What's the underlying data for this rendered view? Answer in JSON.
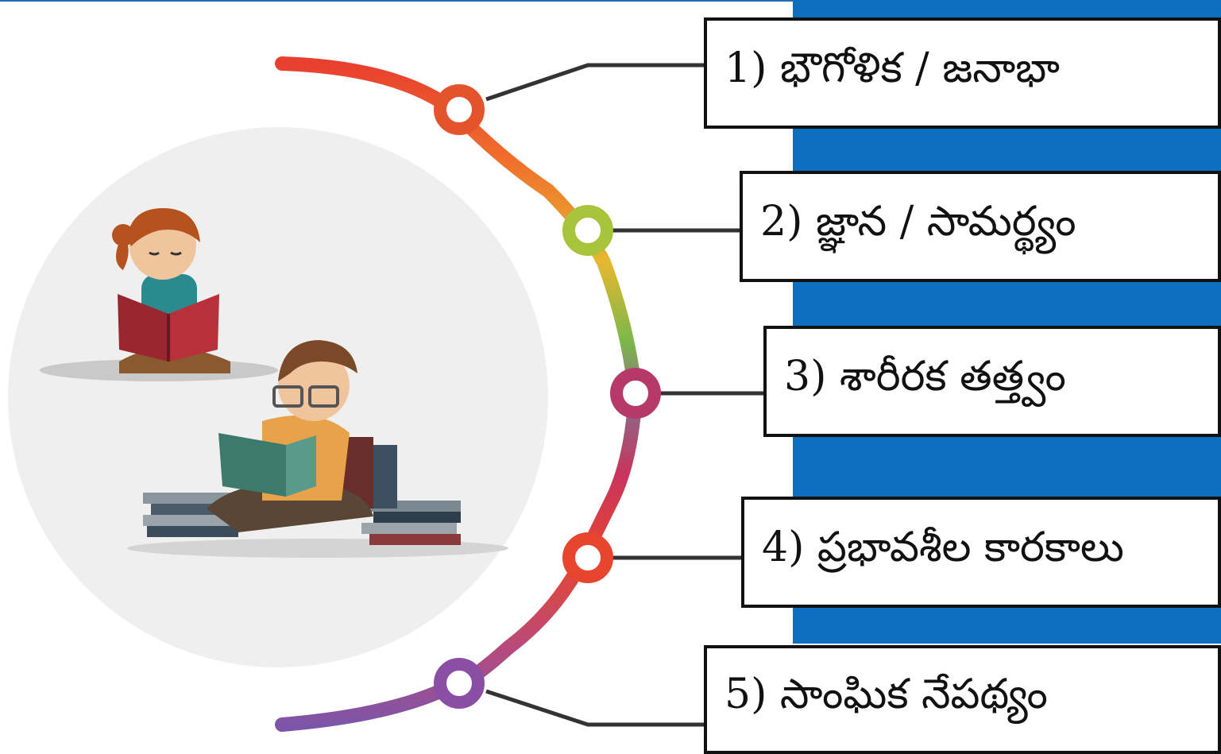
{
  "factors": [
    {
      "label": "1) భౌగోళిక / జనాభా"
    },
    {
      "label": "2) జ్ఞాన / సామర్థ్యం"
    },
    {
      "label": "3) శారీరక తత్త్వం"
    },
    {
      "label": "4) ప్రభావశీల కారకాలు"
    },
    {
      "label": "5) సాంఘిక నేపథ్యం"
    }
  ],
  "colors": {
    "panel": "#0d6fbf",
    "node_1": "#e3542c",
    "node_2": "#a8c43a",
    "node_3": "#b53a6a",
    "node_4": "#e8452e",
    "node_5": "#8a4fa4"
  },
  "illustration": "children-reading-books"
}
